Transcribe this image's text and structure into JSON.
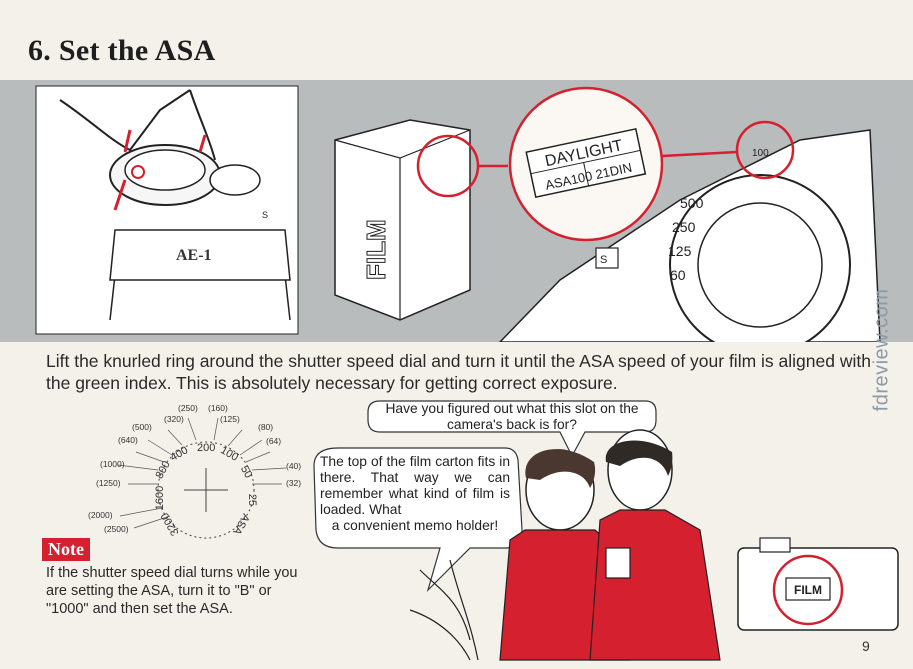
{
  "page": {
    "title": "6. Set the ASA",
    "body": "Lift the knurled ring around the shutter speed dial and turn it until the ASA speed of your film is aligned with the green index.  This is absolutely necessary for getting correct exposure.",
    "page_number": "9",
    "watermark": "fdreview.com"
  },
  "illustration": {
    "camera_badge": "AE-1",
    "film_box_label": "FILM",
    "daylight": "DAYLIGHT",
    "asa_din": "ASA100 21DIN",
    "dial_numbers": [
      "500",
      "250",
      "125",
      "60"
    ],
    "dial_top": "100",
    "self_timer": "S"
  },
  "asa_dial": {
    "outer_labels": [
      "(250)",
      "(160)",
      "(320)",
      "(125)",
      "(500)",
      "(80)",
      "(640)",
      "(64)",
      "(1000)",
      "(40)",
      "(1250)",
      "(32)",
      "(2000)",
      "(2500)"
    ],
    "inner_labels": [
      "400",
      "200",
      "100",
      "50",
      "25",
      "ASA",
      "800",
      "1600",
      "3200"
    ]
  },
  "note": {
    "badge": "Note",
    "text": "If the shutter speed dial turns while you are setting the ASA, turn it to \"B\" or \"1000\" and then set the ASA."
  },
  "dialogue": {
    "question": "Have you figured out what this slot on the camera's back is for?",
    "answer": "The top of the film carton fits in there. That way we can remember what kind of film is loaded. What",
    "answer_end": "a convenient memo holder!",
    "slot_label": "FILM"
  },
  "colors": {
    "accent_red": "#d4202f",
    "band_gray": "#b9bcbc"
  }
}
